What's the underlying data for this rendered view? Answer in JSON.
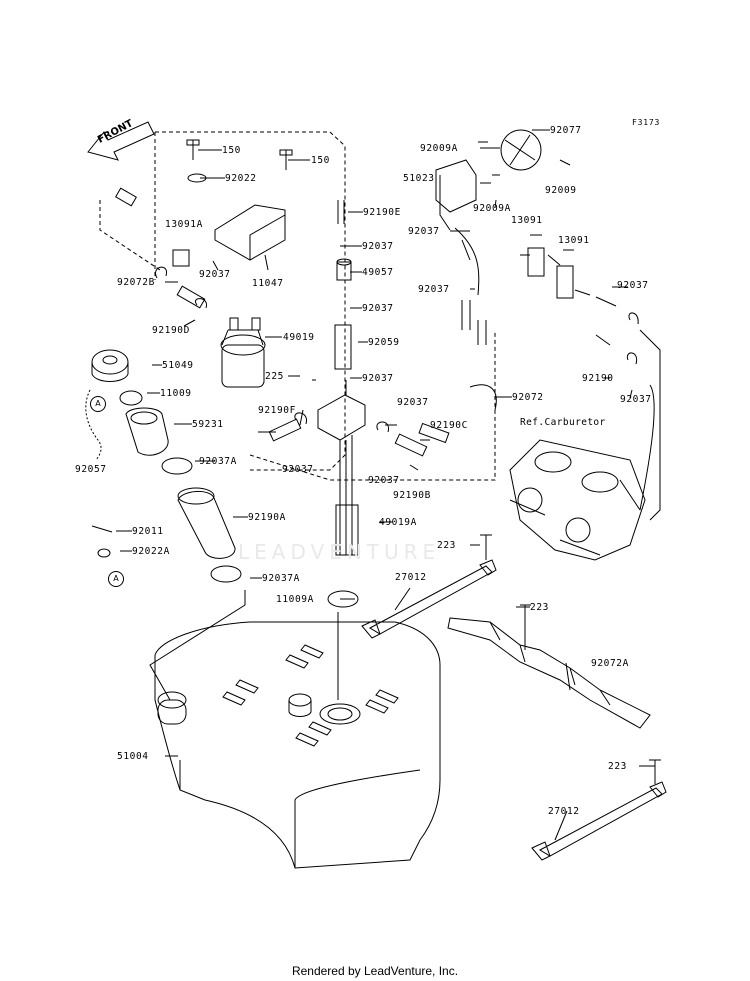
{
  "figure_code": "F3173",
  "front_label": "FRONT",
  "ref_label": "Ref.Carburetor",
  "circle_marker": "A",
  "watermark": "LEADVENTURE",
  "footer": "Rendered by LeadVenture, Inc.",
  "parts": [
    {
      "id": "p150a",
      "text": "150"
    },
    {
      "id": "p150b",
      "text": "150"
    },
    {
      "id": "p92022",
      "text": "92022"
    },
    {
      "id": "p13091A",
      "text": "13091A"
    },
    {
      "id": "p92072B",
      "text": "92072B"
    },
    {
      "id": "p92037a",
      "text": "92037"
    },
    {
      "id": "p11047",
      "text": "11047"
    },
    {
      "id": "p92190D",
      "text": "92190D"
    },
    {
      "id": "p49019",
      "text": "49019"
    },
    {
      "id": "p51049",
      "text": "51049"
    },
    {
      "id": "p11009",
      "text": "11009"
    },
    {
      "id": "p59231",
      "text": "59231"
    },
    {
      "id": "p92057",
      "text": "92057"
    },
    {
      "id": "p92037A1",
      "text": "92037A"
    },
    {
      "id": "p92190A",
      "text": "92190A"
    },
    {
      "id": "p92011",
      "text": "92011"
    },
    {
      "id": "p92022A",
      "text": "92022A"
    },
    {
      "id": "p92037A2",
      "text": "92037A"
    },
    {
      "id": "p11009A",
      "text": "11009A"
    },
    {
      "id": "p51004",
      "text": "51004"
    },
    {
      "id": "p92190E",
      "text": "92190E"
    },
    {
      "id": "p92037b",
      "text": "92037"
    },
    {
      "id": "p49057",
      "text": "49057"
    },
    {
      "id": "p92037c",
      "text": "92037"
    },
    {
      "id": "p92059",
      "text": "92059"
    },
    {
      "id": "p225",
      "text": "225"
    },
    {
      "id": "p92037d",
      "text": "92037"
    },
    {
      "id": "p92190F",
      "text": "92190F"
    },
    {
      "id": "p92037e",
      "text": "92037"
    },
    {
      "id": "p92037f",
      "text": "92037"
    },
    {
      "id": "p92037g",
      "text": "92037"
    },
    {
      "id": "p92190C",
      "text": "92190C"
    },
    {
      "id": "p92190B",
      "text": "92190B"
    },
    {
      "id": "p49019A",
      "text": "49019A"
    },
    {
      "id": "p92009A1",
      "text": "92009A"
    },
    {
      "id": "p92077",
      "text": "92077"
    },
    {
      "id": "p51023",
      "text": "51023"
    },
    {
      "id": "p92009A2",
      "text": "92009A"
    },
    {
      "id": "p92009",
      "text": "92009"
    },
    {
      "id": "p92037h",
      "text": "92037"
    },
    {
      "id": "p13091a",
      "text": "13091"
    },
    {
      "id": "p13091b",
      "text": "13091"
    },
    {
      "id": "p92037i",
      "text": "92037"
    },
    {
      "id": "p92037j",
      "text": "92037"
    },
    {
      "id": "p92190",
      "text": "92190"
    },
    {
      "id": "p92037k",
      "text": "92037"
    },
    {
      "id": "p92072",
      "text": "92072"
    },
    {
      "id": "p223a",
      "text": "223"
    },
    {
      "id": "p27012a",
      "text": "27012"
    },
    {
      "id": "p223b",
      "text": "223"
    },
    {
      "id": "p92072A",
      "text": "92072A"
    },
    {
      "id": "p223c",
      "text": "223"
    },
    {
      "id": "p27012b",
      "text": "27012"
    }
  ]
}
